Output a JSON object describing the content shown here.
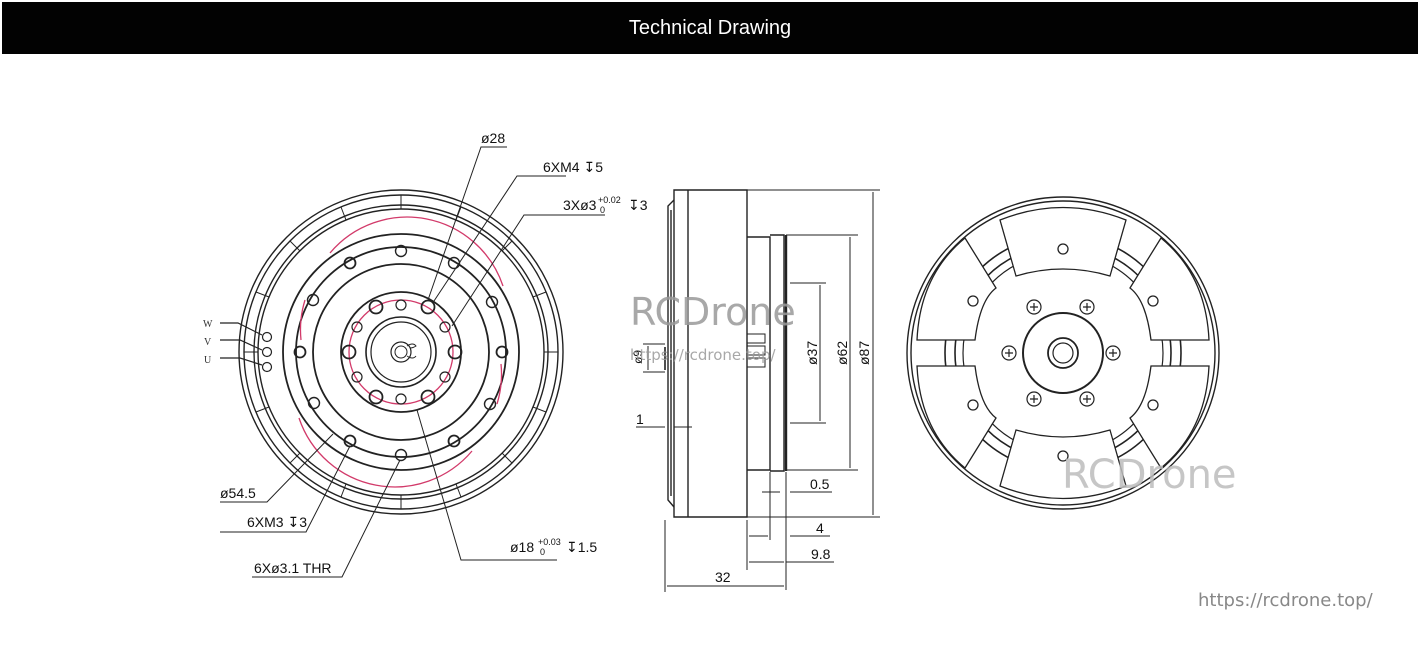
{
  "header": {
    "title": "Technical Drawing"
  },
  "drawing": {
    "front_view": {
      "phase_labels": [
        "W",
        "V",
        "U"
      ],
      "callouts": {
        "d28": "ø28",
        "m4": "6XM4 ↧5",
        "pin": "3Xø3",
        "pin_tol_upper": "+0.02",
        "pin_tol_lower": "0",
        "pin_depth": "↧3",
        "d545": "ø54.5",
        "m3": "6XM3 ↧3",
        "thr": "6Xø3.1  THR",
        "d18": "ø18",
        "d18_tol_upper": "+0.03",
        "d18_tol_lower": "0",
        "d18_depth": "↧1.5"
      }
    },
    "side_view": {
      "dims": {
        "d37": "ø37",
        "d62": "ø62",
        "d87": "ø87",
        "d9": "ø9",
        "one": "1",
        "half": "0.5",
        "four": "4",
        "nine8": "9.8",
        "thirty2": "32"
      }
    },
    "accent_color": "#d23a6a"
  },
  "watermark": {
    "brand": "RCDrone",
    "url": "https://rcdrone.top/"
  },
  "footer": {
    "url": "https://rcdrone.top/"
  }
}
